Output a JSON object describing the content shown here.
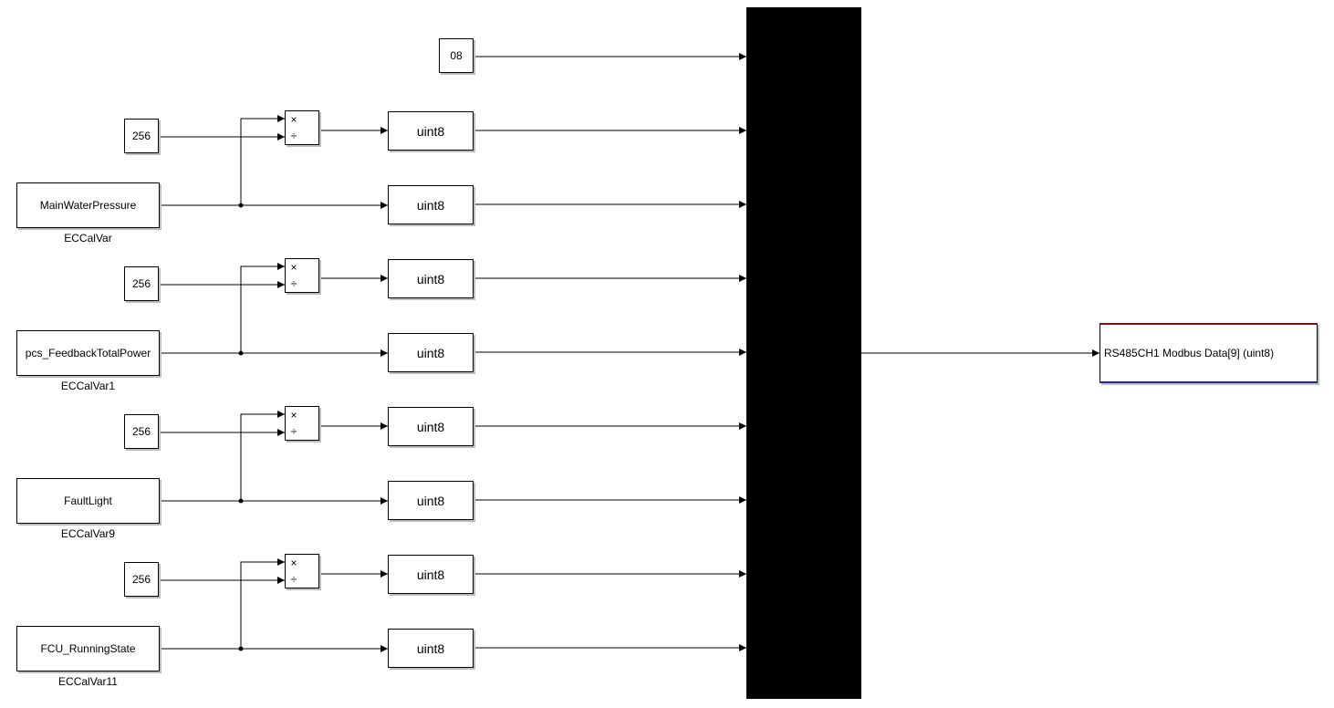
{
  "top_constant": "08",
  "signal_groups": [
    {
      "constant": "256",
      "source_name": "MainWaterPressure",
      "source_caption": "ECCalVar",
      "upper_convert": "uint8",
      "lower_convert": "uint8"
    },
    {
      "constant": "256",
      "source_name": "pcs_FeedbackTotalPower",
      "source_caption": "ECCalVar1",
      "upper_convert": "uint8",
      "lower_convert": "uint8"
    },
    {
      "constant": "256",
      "source_name": "FaultLight",
      "source_caption": "ECCalVar9",
      "upper_convert": "uint8",
      "lower_convert": "uint8"
    },
    {
      "constant": "256",
      "source_name": "FCU_RunningState",
      "source_caption": "ECCalVar11",
      "upper_convert": "uint8",
      "lower_convert": "uint8"
    }
  ],
  "product_symbols": {
    "multiply": "×",
    "divide": "÷"
  },
  "output_block": "RS485CH1 Modbus Data[9] (uint8)"
}
